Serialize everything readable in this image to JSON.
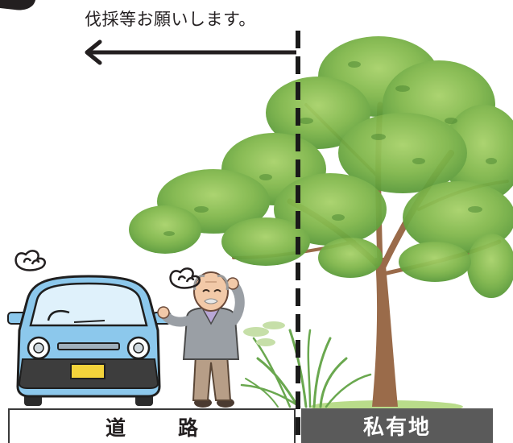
{
  "notice": "伐採等お願いします。",
  "labels": {
    "road": "道　路",
    "private_land": "私有地"
  },
  "colors": {
    "car_body": "#8cc8ec",
    "foliage": "#7fb64a",
    "trunk": "#9a6b4a",
    "boundary_line": "#1a1a1a",
    "private_label_bg": "#5a5a5a"
  },
  "icons": [
    "left-arrow-icon",
    "worried-squiggle-icon",
    "car-illustration",
    "elderly-man-illustration",
    "tree-illustration",
    "grass-illustration"
  ]
}
